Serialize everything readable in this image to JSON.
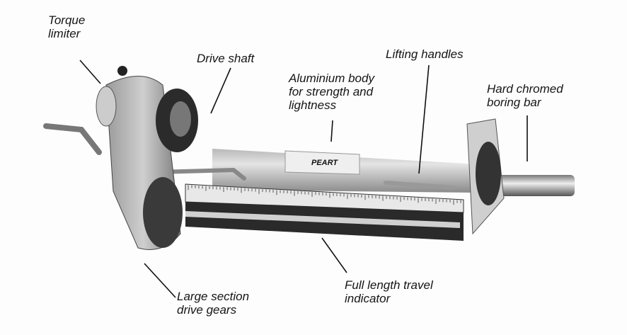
{
  "labels": {
    "torque_limiter": "Torque\nlimiter",
    "drive_shaft": "Drive shaft",
    "aluminium_body": "Aluminium body\nfor strength and\nlightness",
    "lifting_handles": "Lifting handles",
    "boring_bar": "Hard chromed\nboring bar",
    "drive_gears": "Large section\ndrive gears",
    "travel_indicator": "Full length travel\nindicator"
  },
  "logo": "PEART"
}
